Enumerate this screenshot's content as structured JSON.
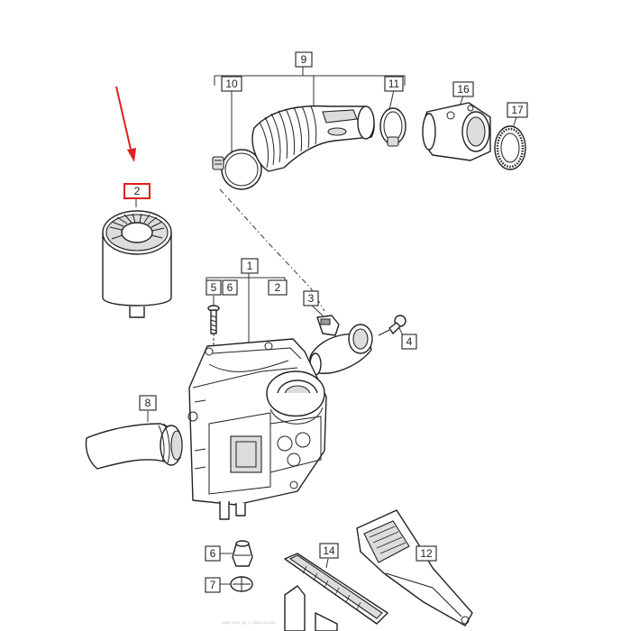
{
  "labels": [
    {
      "id": "9",
      "text": "9"
    },
    {
      "id": "10",
      "text": "10"
    },
    {
      "id": "11",
      "text": "11"
    },
    {
      "id": "16",
      "text": "16"
    },
    {
      "id": "17",
      "text": "17"
    },
    {
      "id": "2-top",
      "text": "2"
    },
    {
      "id": "1",
      "text": "1"
    },
    {
      "id": "5",
      "text": "5"
    },
    {
      "id": "6-top",
      "text": "6"
    },
    {
      "id": "2-right",
      "text": "2"
    },
    {
      "id": "3",
      "text": "3"
    },
    {
      "id": "4",
      "text": "4"
    },
    {
      "id": "8",
      "text": "8"
    },
    {
      "id": "6-bottom",
      "text": "6"
    },
    {
      "id": "7",
      "text": "7"
    },
    {
      "id": "14",
      "text": "14"
    },
    {
      "id": "12",
      "text": "12"
    }
  ],
  "highlight": {
    "label": "2",
    "color": "#e02020"
  },
  "arrow": {
    "color": "#e02020"
  },
  "line_color": "#222222",
  "watermark": "06B0_0001_A0_1 | 8W0-129-620"
}
